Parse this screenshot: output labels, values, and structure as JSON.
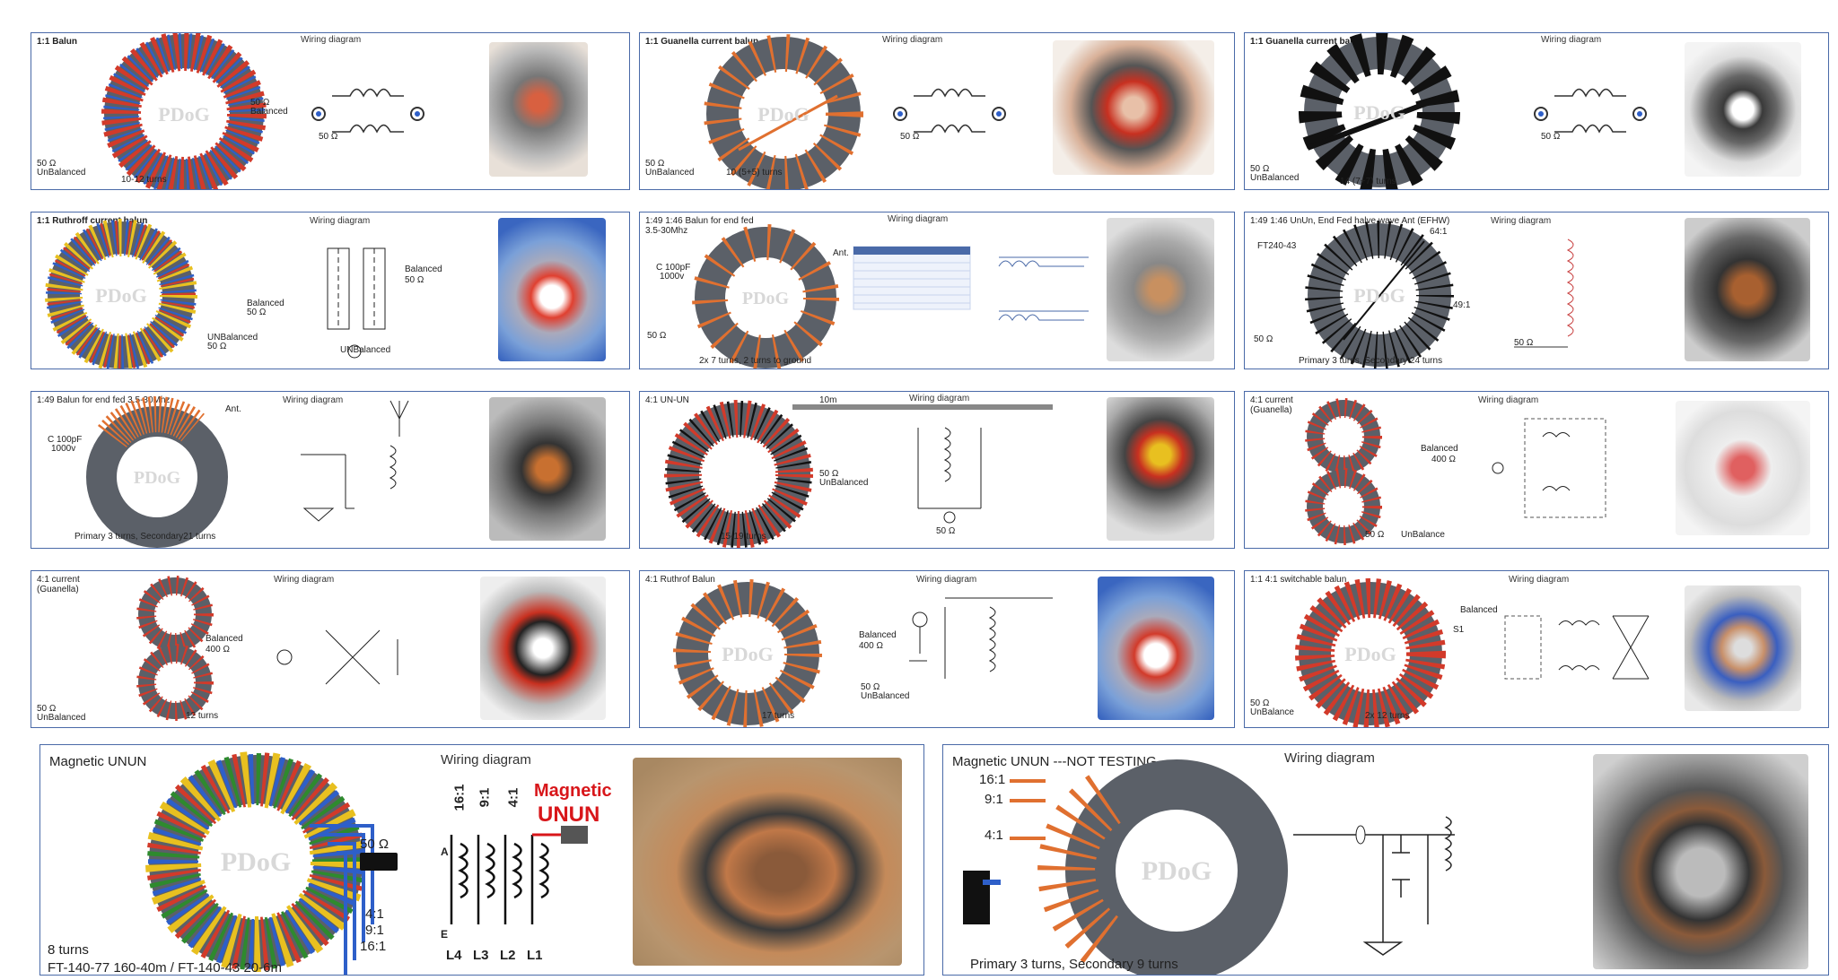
{
  "panels": [
    {
      "title": "1:1  Balun",
      "wiring": "Wiring diagram",
      "labels": [
        "50 Ω",
        "Balanced",
        "50 Ω",
        "UnBalanced",
        "10-12 turns",
        "50 Ω"
      ],
      "wire_colors": [
        "#d23a2a",
        "#2e5fc9"
      ]
    },
    {
      "title": "1:1 Guanella current balun",
      "wiring": "Wiring diagram",
      "labels": [
        "50 Ω",
        "UnBalanced",
        "10 (5+5) turns",
        "50 Ω"
      ],
      "wire_colors": [
        "#e07030",
        "#e07030"
      ]
    },
    {
      "title": "1:1  Guanella current balun",
      "wiring": "Wiring diagram",
      "labels": [
        "50 Ω",
        "UnBalanced",
        "14 (7+7) turns",
        "50 Ω"
      ],
      "wire_colors": [
        "#111111",
        "#111111"
      ]
    },
    {
      "title": "1:1  Ruthroff current balun",
      "wiring": "Wiring diagram",
      "labels": [
        "Balanced",
        "50 Ω",
        "UNBalanced",
        "50 Ω",
        "Balanced",
        "50 Ω",
        "UNBalanced"
      ],
      "wire_colors": [
        "#e8c020",
        "#2e5fc9"
      ]
    },
    {
      "title": "1:49 1:46 Balun for end fed 3.5-30Mhz",
      "wiring": "Wiring diagram",
      "labels": [
        "Ant.",
        "C 100pF",
        "1000v",
        "50 Ω",
        "2x 7 turns, 2 turns to ground"
      ],
      "wire_colors": [
        "#e07030",
        "#e07030"
      ]
    },
    {
      "title": "1:49 1:46 UnUn,  End Fed halve wave Ant (EFHW)",
      "wiring": "Wiring diagram",
      "labels": [
        "FT240-43",
        "64:1",
        "49:1",
        "50 Ω",
        "Primary 3 turns, Secondary 24 turns",
        "50 Ω"
      ],
      "wire_colors": [
        "#111111",
        "#111111"
      ]
    },
    {
      "title": "1:49 Balun for end fed 3.5-30Mhz",
      "wiring": "Wiring diagram",
      "labels": [
        "Ant.",
        "C 100pF",
        "1000v",
        "Primary 3 turns, Secondary21 turns"
      ],
      "wire_colors": [
        "#e07030",
        "#e07030"
      ]
    },
    {
      "title": "4:1  UN-UN",
      "wiring": "Wiring diagram",
      "labels": [
        "10m",
        "50 Ω",
        "UnBalanced",
        "15-19 turns",
        "50 Ω"
      ],
      "wire_colors": [
        "#d23a2a",
        "#111111"
      ]
    },
    {
      "title": "4:1 current (Guanella)",
      "wiring": "Wiring diagram",
      "labels": [
        "Balanced",
        "400 Ω",
        "50 Ω",
        "UnBalance"
      ],
      "wire_colors": [
        "#d23a2a",
        "#111111"
      ]
    },
    {
      "title": "4:1 current (Guanella)",
      "wiring": "Wiring diagram",
      "labels": [
        "Balanced",
        "400 Ω",
        "50 Ω",
        "UnBalanced",
        "12 turns"
      ],
      "wire_colors": [
        "#d23a2a",
        "#111111"
      ]
    },
    {
      "title": "4:1  Ruthrof Balun",
      "wiring": "Wiring diagram",
      "labels": [
        "Balanced",
        "400 Ω",
        "50 Ω",
        "UnBalanced",
        "17 turns"
      ],
      "wire_colors": [
        "#e07030",
        "#111111"
      ]
    },
    {
      "title": "1:1 4:1 switchable balun",
      "wiring": "Wiring diagram",
      "labels": [
        "Balanced",
        "S1",
        "50 Ω",
        "UnBalance",
        "2x 12 turns"
      ],
      "wire_colors": [
        "#d23a2a",
        "#111111"
      ]
    },
    {
      "title": "Magnetic UNUN",
      "wiring": "Wiring diagram",
      "labels": [
        "50 Ω",
        "4:1",
        "9:1",
        "16:1",
        "8 turns",
        "FT-140-77 160-40m / FT-140-43 20-6m"
      ],
      "wire_colors": [
        "#e8c020",
        "#2e8a2e"
      ]
    },
    {
      "title": "Magnetic UNUN ---NOT TESTING",
      "wiring": "Wiring diagram",
      "labels": [
        "16:1",
        "9:1",
        "4:1",
        "Primary 3 turns, Secondary 9 turns"
      ],
      "wire_colors": [
        "#e07030",
        "#e8c020"
      ]
    }
  ],
  "magnetic_diagram": {
    "heading_line1": "Magnetic",
    "heading_line2": "UNUN",
    "ratios": [
      "16:1",
      "9:1",
      "4:1"
    ],
    "coils": [
      "L4",
      "L3",
      "L2",
      "L1"
    ],
    "node_a": "A",
    "node_e": "E"
  },
  "core_logo": "PDoG",
  "colors": {
    "border": "#4a6aa8",
    "core": "#5b6068",
    "core_hole": "#ffffff",
    "accent_red": "#d8161a"
  }
}
